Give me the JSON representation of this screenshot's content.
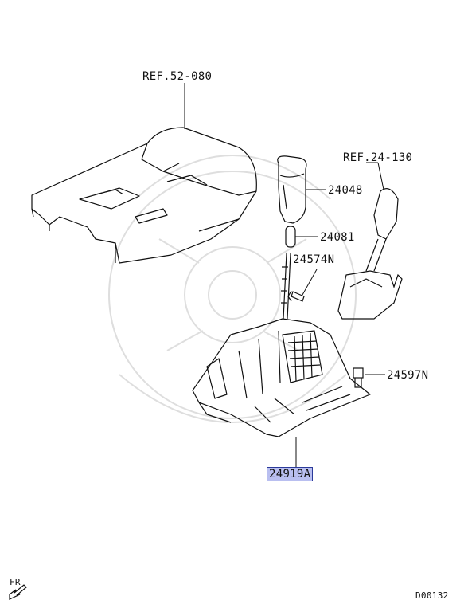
{
  "diagram": {
    "callouts": [
      {
        "id": "ref-52-080",
        "text": "REF.52-080",
        "highlighted": false
      },
      {
        "id": "24048",
        "text": "24048",
        "highlighted": false
      },
      {
        "id": "ref-24-130",
        "text": "REF.24-130",
        "highlighted": false
      },
      {
        "id": "24081",
        "text": "24081",
        "highlighted": false
      },
      {
        "id": "24574n",
        "text": "24574N",
        "highlighted": false
      },
      {
        "id": "24597n",
        "text": "24597N",
        "highlighted": false
      },
      {
        "id": "24919a",
        "text": "24919A",
        "highlighted": true
      }
    ],
    "direction_label": "FR",
    "diagram_code": "D00132",
    "colors": {
      "line": "#111111",
      "highlight_fill": "#b9bff0",
      "highlight_border": "#2b3a9a",
      "watermark": "#dcdcdc"
    }
  }
}
